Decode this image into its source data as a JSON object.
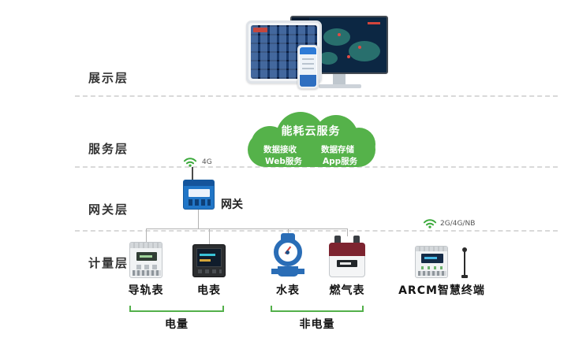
{
  "layers": [
    {
      "label": "展示层"
    },
    {
      "label": "服务层"
    },
    {
      "label": "网关层"
    },
    {
      "label": "计量层"
    }
  ],
  "cloud": {
    "title": "能耗云服务",
    "items": [
      {
        "label": "数据接收"
      },
      {
        "label": "数据存储"
      },
      {
        "label": "Web服务"
      },
      {
        "label": "App服务"
      }
    ]
  },
  "gateway": {
    "label": "网关",
    "wireless_label": "4G"
  },
  "meters": [
    {
      "label": "导轨表"
    },
    {
      "label": "电表"
    },
    {
      "label": "水表"
    },
    {
      "label": "燃气表"
    },
    {
      "label": "ARCM智慧终端",
      "wireless_label": "2G/4G/NB"
    }
  ],
  "groups": [
    {
      "label": "电量"
    },
    {
      "label": "非电量"
    }
  ],
  "colors": {
    "cloud_green": "#55b24a",
    "wifi_green": "#3daa3d",
    "bracket_green": "#53b04a",
    "gateway_blue": "#2176c7",
    "water_blue": "#2a6db6",
    "gas_maroon": "#7d2430",
    "connector_gray": "#b3b3b3"
  }
}
